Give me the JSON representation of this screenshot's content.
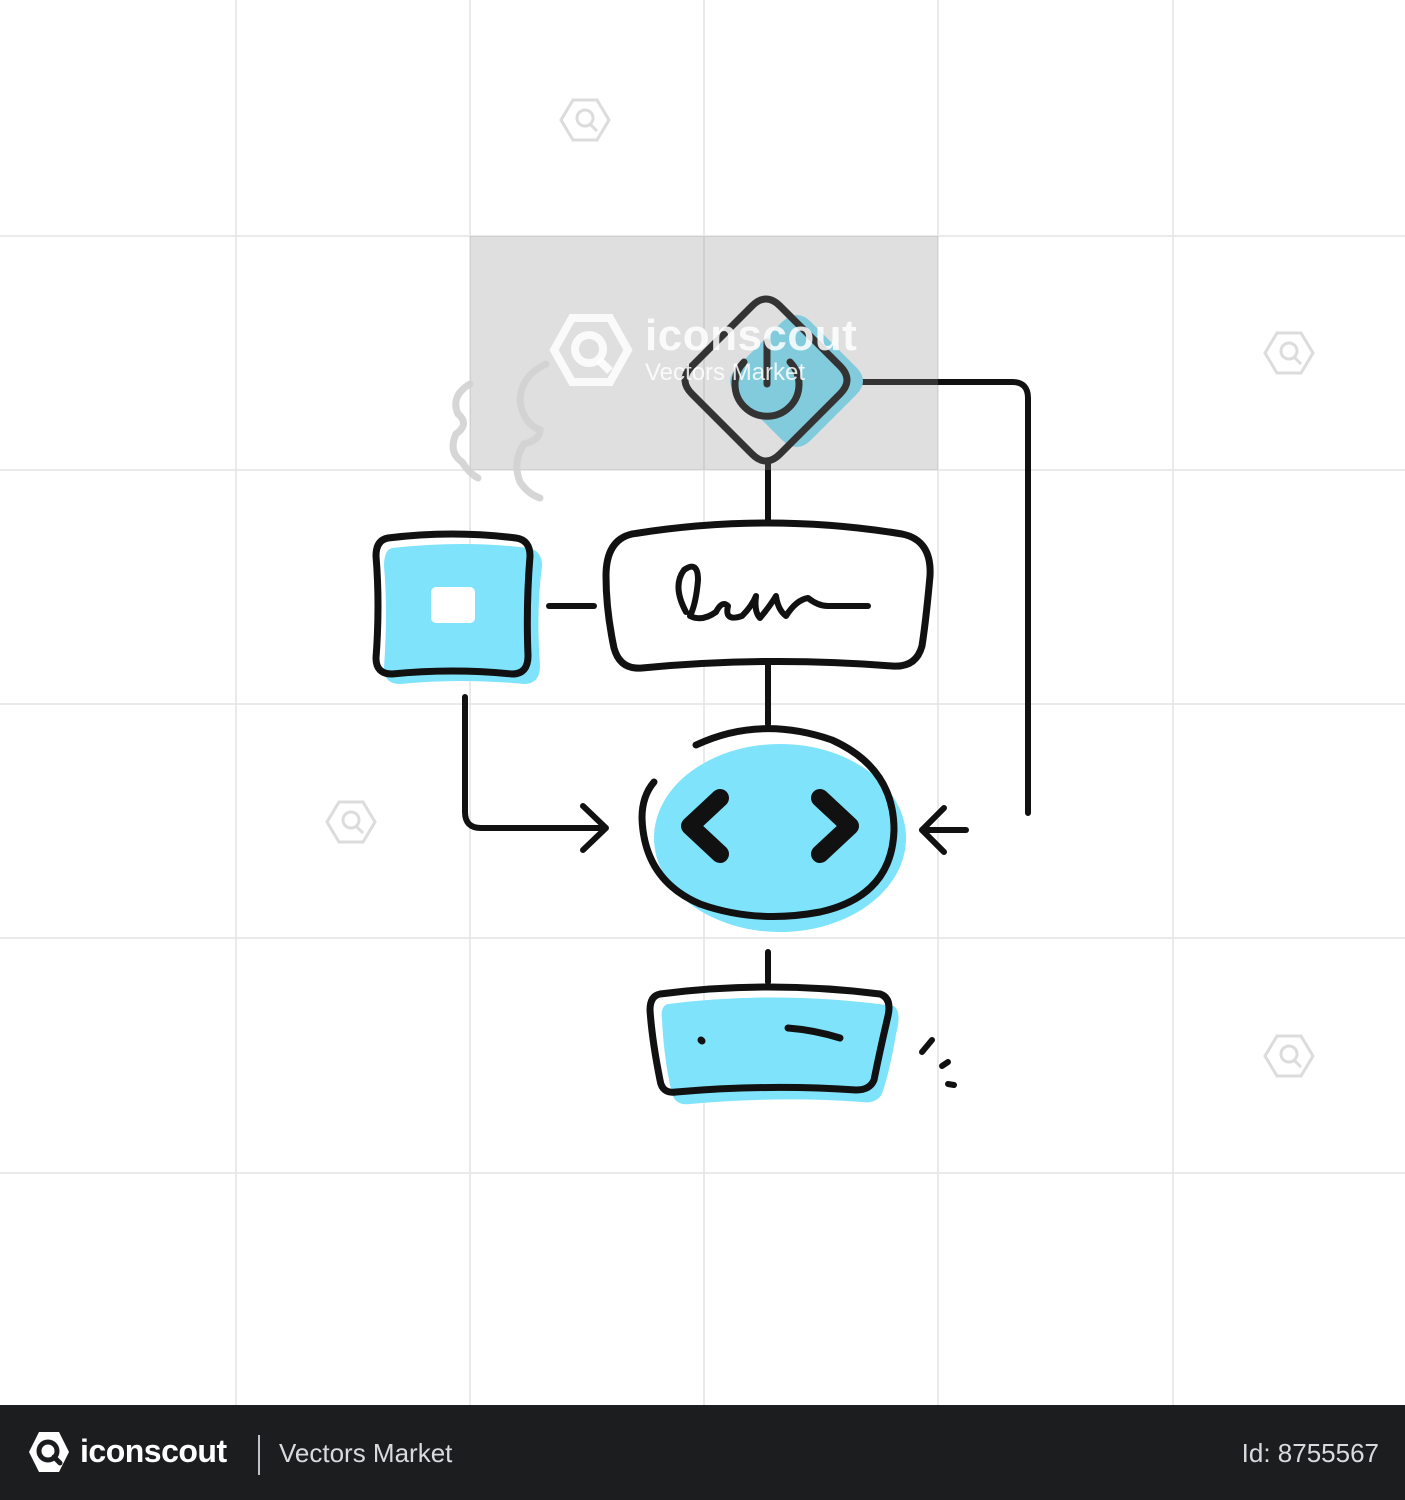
{
  "watermark": {
    "brand": "iconscout",
    "author": "Vectors Market"
  },
  "footer": {
    "brand": "iconscout",
    "author": "Vectors Market",
    "asset_id": "Id: 8755567"
  },
  "diagram": {
    "signature_text": "ℓu",
    "icons": [
      "power-icon",
      "stop-icon",
      "signature-icon",
      "code-brackets-icon",
      "progress-bar-icon"
    ]
  },
  "colors": {
    "accent": "#7fe3fb",
    "stroke": "#111111",
    "grid": "#e4e4e4",
    "footer_bg": "#1c1d1f"
  }
}
